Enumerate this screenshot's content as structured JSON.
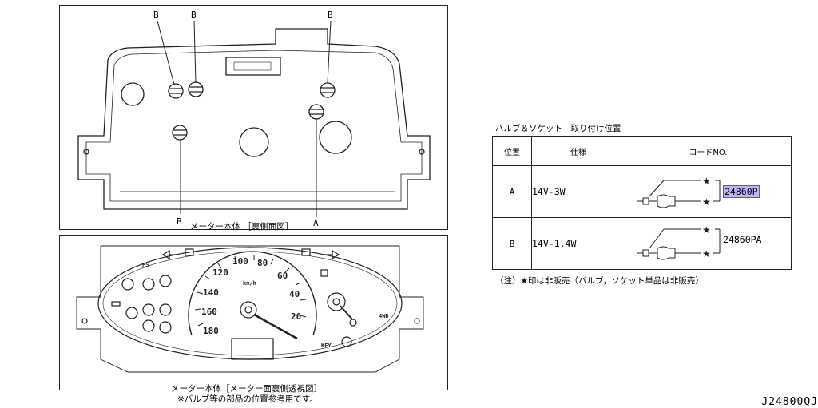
{
  "upper_view": {
    "caption": "メーター本体 ［裏側面図］",
    "labels": {
      "b1": "B",
      "b2": "B",
      "b3": "B",
      "b_bottom": "B",
      "a_bottom": "A"
    }
  },
  "lower_view": {
    "caption_main": "メーター本体［メーター面裏側透視図］",
    "caption_note": "※バルブ等の部品の位置参考用です。",
    "dial_labels": [
      "20",
      "40",
      "60",
      "80",
      "100",
      "120",
      "140",
      "160",
      "180"
    ],
    "unit_label": "km/h",
    "ps_label": "PS",
    "fwd_label": "4WD",
    "key_label": "KEY"
  },
  "table": {
    "title": "バルブ＆ソケット　取り付け位置",
    "headers": {
      "position": "位置",
      "spec": "仕様",
      "code": "コードNO."
    },
    "rows": [
      {
        "position": "A",
        "spec": "14V-3W",
        "code": "24860P",
        "highlighted": true
      },
      {
        "position": "B",
        "spec": "14V-1.4W",
        "code": "24860PA",
        "highlighted": false
      }
    ],
    "note": "（注）★印は非販売（バルブ，ソケット単品は非販売）"
  },
  "part_number": "J24800QJ",
  "colors": {
    "highlight": "#b9b6ef",
    "line": "#222222"
  }
}
